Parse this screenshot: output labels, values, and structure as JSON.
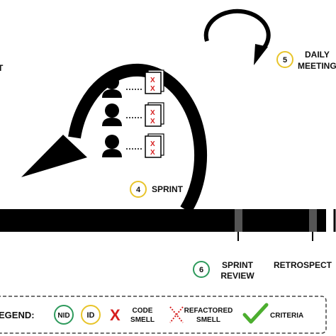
{
  "labels": {
    "top_left_cut": "T",
    "daily_meeting_line1": "DAILY",
    "daily_meeting_line2": "MEETING",
    "sprint": "SPRINT",
    "sprint_review_line1": "SPRINT",
    "sprint_review_line2": "REVIEW",
    "retrospective": "RETROSPECT"
  },
  "steps": {
    "sprint_number": "4",
    "daily_meeting_number": "5",
    "sprint_review_number": "6"
  },
  "legend": {
    "title": "EGEND:",
    "nid_badge": "NID",
    "id_badge": "ID",
    "code_smell_line1": "CODE",
    "code_smell_line2": "SMELL",
    "refactored_smell_line1": "REFACTORED",
    "refactored_smell_line2": "SMELL",
    "criteria": "CRITERIA"
  },
  "colors": {
    "arrow_black": "#000000",
    "step4_ring": "#e8c42a",
    "step5_ring": "#e8c42a",
    "step6_ring": "#2e9a5c",
    "nid_ring": "#2e9a5c",
    "id_ring": "#e8c42a",
    "code_smell_x": "#d61f1f",
    "criteria_check": "#4cae2f",
    "timeline_segment": "#555555"
  },
  "icons": {
    "team_member": "person-icon",
    "backlog": "document-stack-icon",
    "code_smell": "red-x-icon",
    "refactored_smell": "dotted-x-icon",
    "criteria": "check-icon"
  }
}
